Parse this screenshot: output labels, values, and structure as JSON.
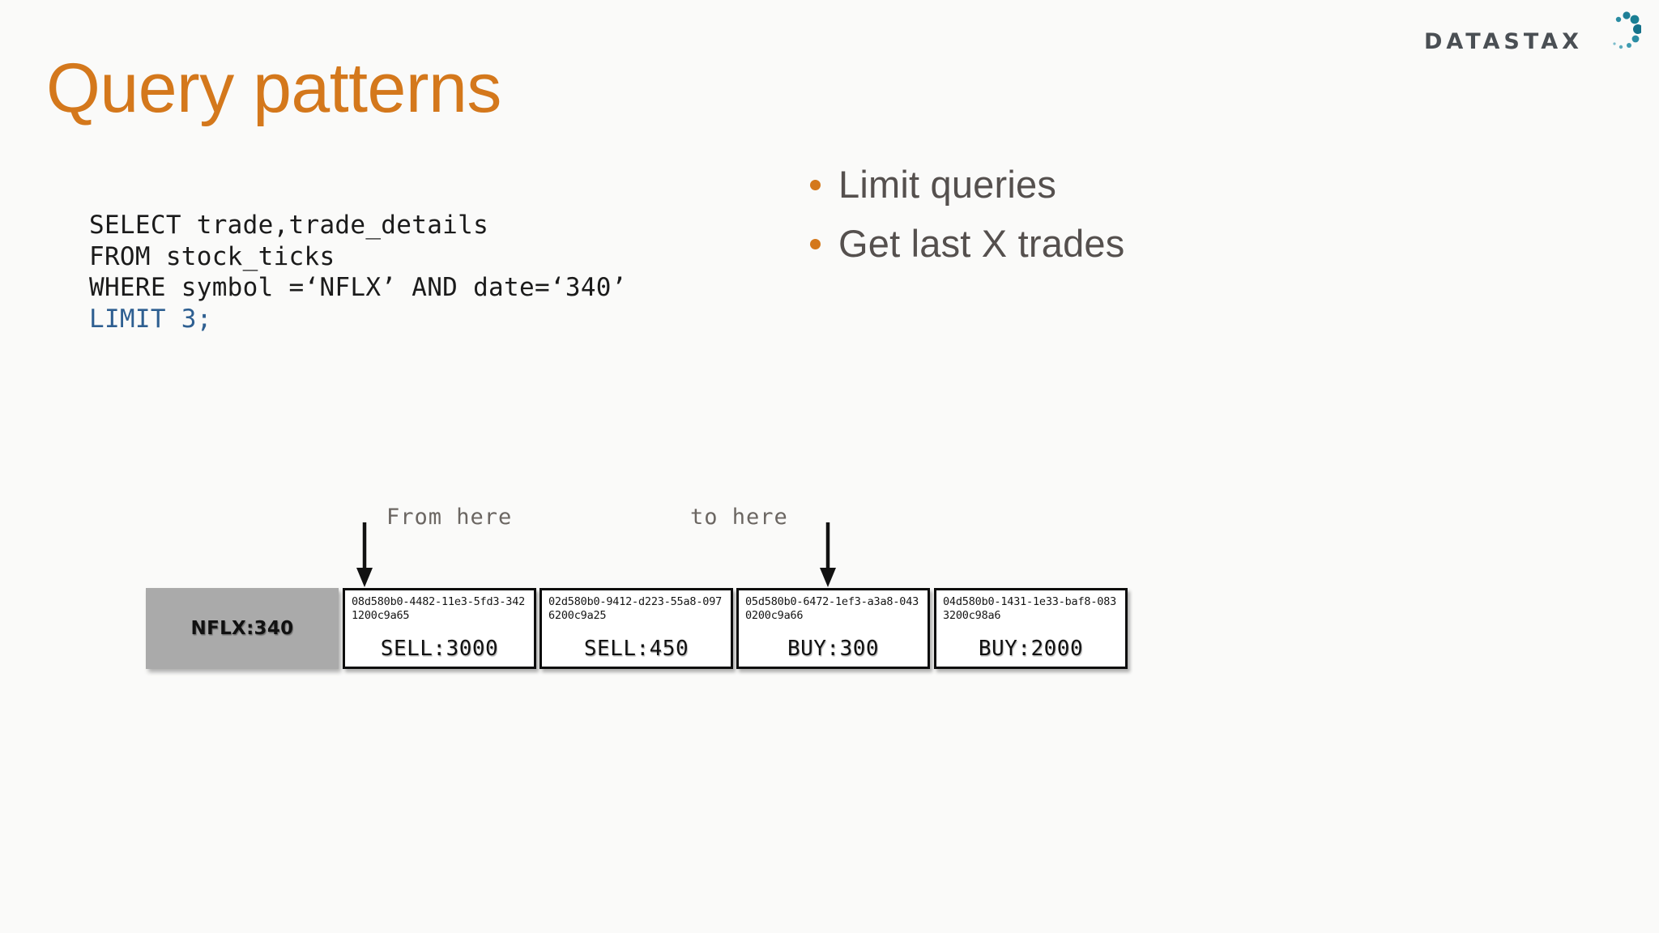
{
  "slide": {
    "title": "Query patterns",
    "background_color": "#fafaf9",
    "accent_color": "#d4781c"
  },
  "logo": {
    "name": "datastax-logo",
    "wordmark": "DATASTAX",
    "text_color": "#4a4f54",
    "dot_color": "#1a7f94"
  },
  "code": {
    "language": "cql",
    "lines": [
      {
        "text": "SELECT trade,trade_details",
        "highlight": false
      },
      {
        "text": "FROM stock_ticks",
        "highlight": false
      },
      {
        "text": "WHERE symbol =‘NFLX’ AND date=‘340’",
        "highlight": false
      },
      {
        "text": "LIMIT 3;",
        "highlight": true
      }
    ],
    "highlight_color": "#2e5f91",
    "text_color": "#1b1b1b"
  },
  "bullets": {
    "bullet_color": "#d4781c",
    "text_color": "#55504e",
    "items": [
      {
        "label": "Limit queries"
      },
      {
        "label": "Get last X trades"
      }
    ]
  },
  "annotations": [
    {
      "name": "from-here",
      "label": "From here"
    },
    {
      "name": "to-here",
      "label": "to here"
    }
  ],
  "row_diagram": {
    "partition_key": "NFLX:340",
    "partition_key_color": "#aaaaaa",
    "cells": [
      {
        "uuid": "08d580b0-4482-11e3-5fd3-3421200c9a65",
        "value": "SELL:3000"
      },
      {
        "uuid": "02d580b0-9412-d223-55a8-0976200c9a25",
        "value": "SELL:450"
      },
      {
        "uuid": "05d580b0-6472-1ef3-a3a8-0430200c9a66",
        "value": "BUY:300"
      },
      {
        "uuid": "04d580b0-1431-1e33-baf8-0833200c98a6",
        "value": "BUY:2000"
      }
    ]
  }
}
